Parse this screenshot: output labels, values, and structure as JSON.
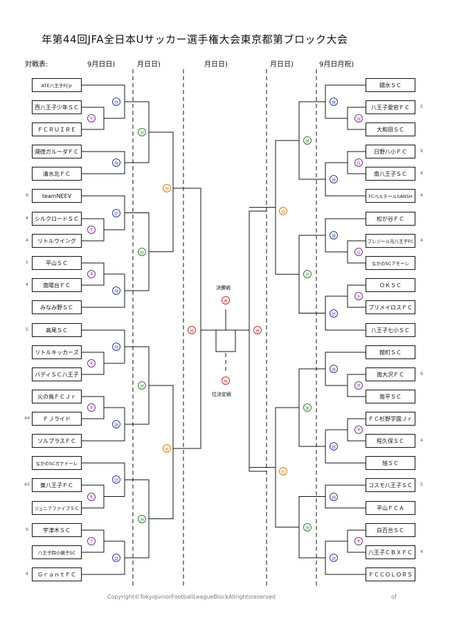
{
  "title": "年第44回JFA全日本Uサッカー選手権大会東京都第ブロック大会",
  "headers": {
    "taisen": "対戦表:",
    "d1": "9月日日)",
    "d2": "月日日)",
    "d3": "月日日)",
    "d4": "月日日)",
    "d5": "9月日月祝)"
  },
  "left_teams": [
    "ATE八王子FCJr",
    "西八王子少年ＳＣ",
    "ＦＣＲＵＩＲＥ",
    "潤徳ガルーダＦＣ",
    "清水北ＦＣ",
    "teamNEEV",
    "シルクロードＳＣ",
    "リトルウイング",
    "平山ＳＣ",
    "南陽台ＦＣ",
    "みなみ野ＳＣ",
    "高尾ＳＣ",
    "リトルキッカーズ",
    "バディＳＣ八王子",
    "火の鳥ＦＣＪｒ",
    "ＦＪライド",
    "ソルプラスＦＣ",
    "なかのSCガナドーレ",
    "東八王子ＦＣ",
    "ジュニアファイブＳＣ",
    "宇津木ＳＣ",
    "八王子四小親子SC",
    "ＧｒａｎｔＦＣ"
  ],
  "right_teams": [
    "鑓水ＳＣ",
    "八王子愛宕ＦＣ",
    "大和田ＳＣ",
    "日野八小ＦＣ",
    "南八王子ＳＣ",
    "FCベルテールSANSH",
    "松が谷ＦＣ",
    "プレジール元八王子FC",
    "なかのSCアモーレ",
    "ＯＫＳＣ",
    "プリメイロスＦＣ",
    "八王子七小ＳＣ",
    "館町ＳＣ",
    "南大沢ＦＣ",
    "南平ＳＣ",
    "ＦＣ杉野学園Ｊｒ",
    "程久保ＳＣ",
    "旭ＳＣ",
    "コスモ八王子ＳＣ",
    "平山ＦＣＡ",
    "白百合ＳＣ",
    "八王子ＣＢＸＦＣ",
    "ＦＣＣＯＬＯＲＳ"
  ],
  "seeds": {
    "left": [
      "9",
      "4",
      "4",
      "5",
      "4",
      "5",
      "44",
      "45",
      "9",
      "4"
    ],
    "right": [
      "5",
      "9",
      "4",
      "4",
      "4",
      "9",
      "4",
      "5",
      "4"
    ]
  },
  "matches": {
    "m1": "①",
    "m2": "②",
    "m3": "③",
    "m4": "④",
    "m5": "⑤",
    "m6": "⑥",
    "m7": "⑦",
    "m8": "⑧",
    "m9": "⑨",
    "m10": "⑩",
    "m11": "⑪",
    "m12": "⑫",
    "m13": "⑬",
    "m14": "⑭",
    "m15": "⑮",
    "m16": "⑯",
    "m17": "⑰",
    "m18": "⑱",
    "m19": "⑲",
    "m20": "⑳",
    "m21": "㉑",
    "m22": "㉒",
    "m23": "㉓",
    "m24": "㉔",
    "m25": "㉕",
    "m26": "㉖",
    "m27": "㉗",
    "m28": "㉘",
    "m29": "㉙",
    "m30": "㉚",
    "m31": "㉛",
    "m32": "㉜",
    "m33": "㉝",
    "m34": "㉞",
    "m35": "㉟",
    "m36": "㊱",
    "m37": "㊲",
    "m38": "㊳",
    "m39": "㊴",
    "m40": "㊵",
    "m41": "㊶",
    "m42": "㊷",
    "m43": "㊸",
    "m44": "㊹",
    "m45": "㊺",
    "m46": "㊻"
  },
  "labels": {
    "final": "決勝戦",
    "third": "位決定戦"
  },
  "colors": {
    "purple": "#7b2d8b",
    "blue": "#2b3a9a",
    "green": "#2e7d32",
    "orange": "#e07b00",
    "red": "#c62828"
  },
  "footer": "Copyright©TokyoJuniorFootballLeagueBlockAllrightsreserved",
  "page_of": "of"
}
